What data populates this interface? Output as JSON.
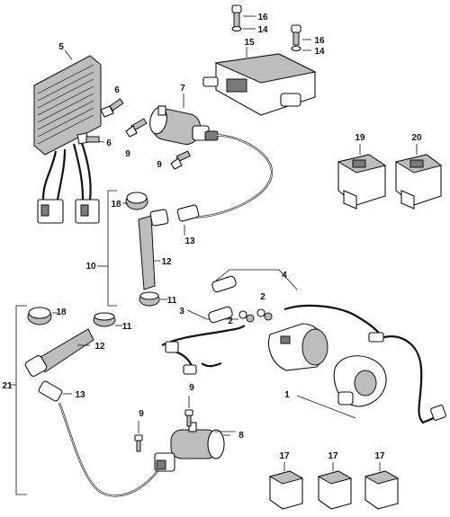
{
  "diagram": {
    "callouts": {
      "c1": "1",
      "c2a": "2",
      "c2b": "2",
      "c3": "3",
      "c4": "4",
      "c5": "5",
      "c6a": "6",
      "c6b": "6",
      "c7": "7",
      "c8": "8",
      "c9a": "9",
      "c9b": "9",
      "c9c": "9",
      "c9d": "9",
      "c10": "10",
      "c11a": "11",
      "c11b": "11",
      "c12a": "12",
      "c12b": "12",
      "c13a": "13",
      "c13b": "13",
      "c14a": "14",
      "c14b": "14",
      "c15": "15",
      "c16a": "16",
      "c16b": "16",
      "c17a": "17",
      "c17b": "17",
      "c17c": "17",
      "c18a": "18",
      "c18b": "18",
      "c19": "19",
      "c20": "20",
      "c21": "21"
    }
  }
}
